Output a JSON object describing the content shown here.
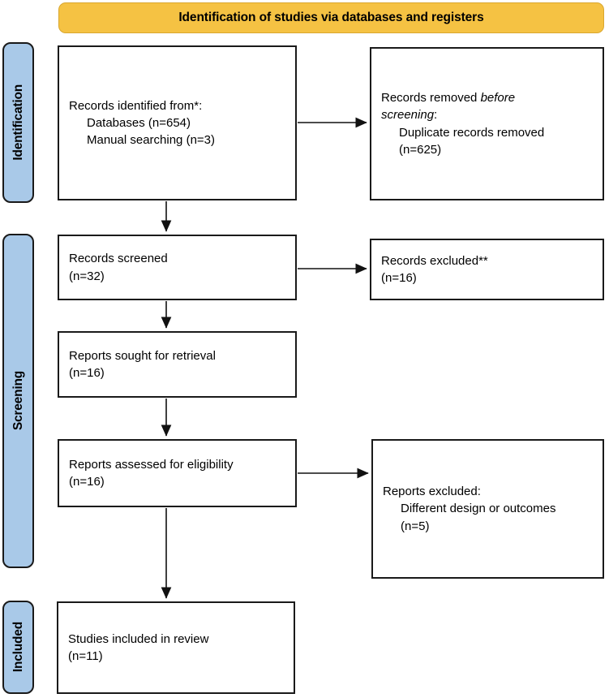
{
  "banner": {
    "title": "Identification of studies via databases and registers",
    "color": "#F5C243"
  },
  "stages": [
    {
      "name": "identification",
      "label": "Identification",
      "color": "#A9C9E8"
    },
    {
      "name": "screening",
      "label": "Screening",
      "color": "#A9C9E8"
    },
    {
      "name": "included",
      "label": "Included",
      "color": "#A9C9E8"
    }
  ],
  "nodes": {
    "records_identified": {
      "line1": "Records identified from*:",
      "line2": "Databases (n=654)",
      "line3": "Manual searching (n=3)"
    },
    "records_removed": {
      "line1_plain": "Records removed ",
      "line1_italic": "before",
      "line2_italic": "screening",
      "line2_plain": ":",
      "line3": "Duplicate records removed",
      "line4": "(n=625)"
    },
    "records_screened": {
      "line1": "Records screened",
      "line2": "(n=32)"
    },
    "records_excluded": {
      "line1": "Records excluded**",
      "line2": "(n=16)"
    },
    "reports_sought": {
      "line1": "Reports sought for retrieval",
      "line2": "(n=16)"
    },
    "reports_assessed": {
      "line1": "Reports assessed for eligibility",
      "line2": "(n=16)"
    },
    "reports_excluded": {
      "line1": "Reports excluded:",
      "line2": "Different design or outcomes",
      "line3": "(n=5)"
    },
    "studies_included": {
      "line1": "Studies included in review",
      "line2": "(n=11)"
    }
  }
}
